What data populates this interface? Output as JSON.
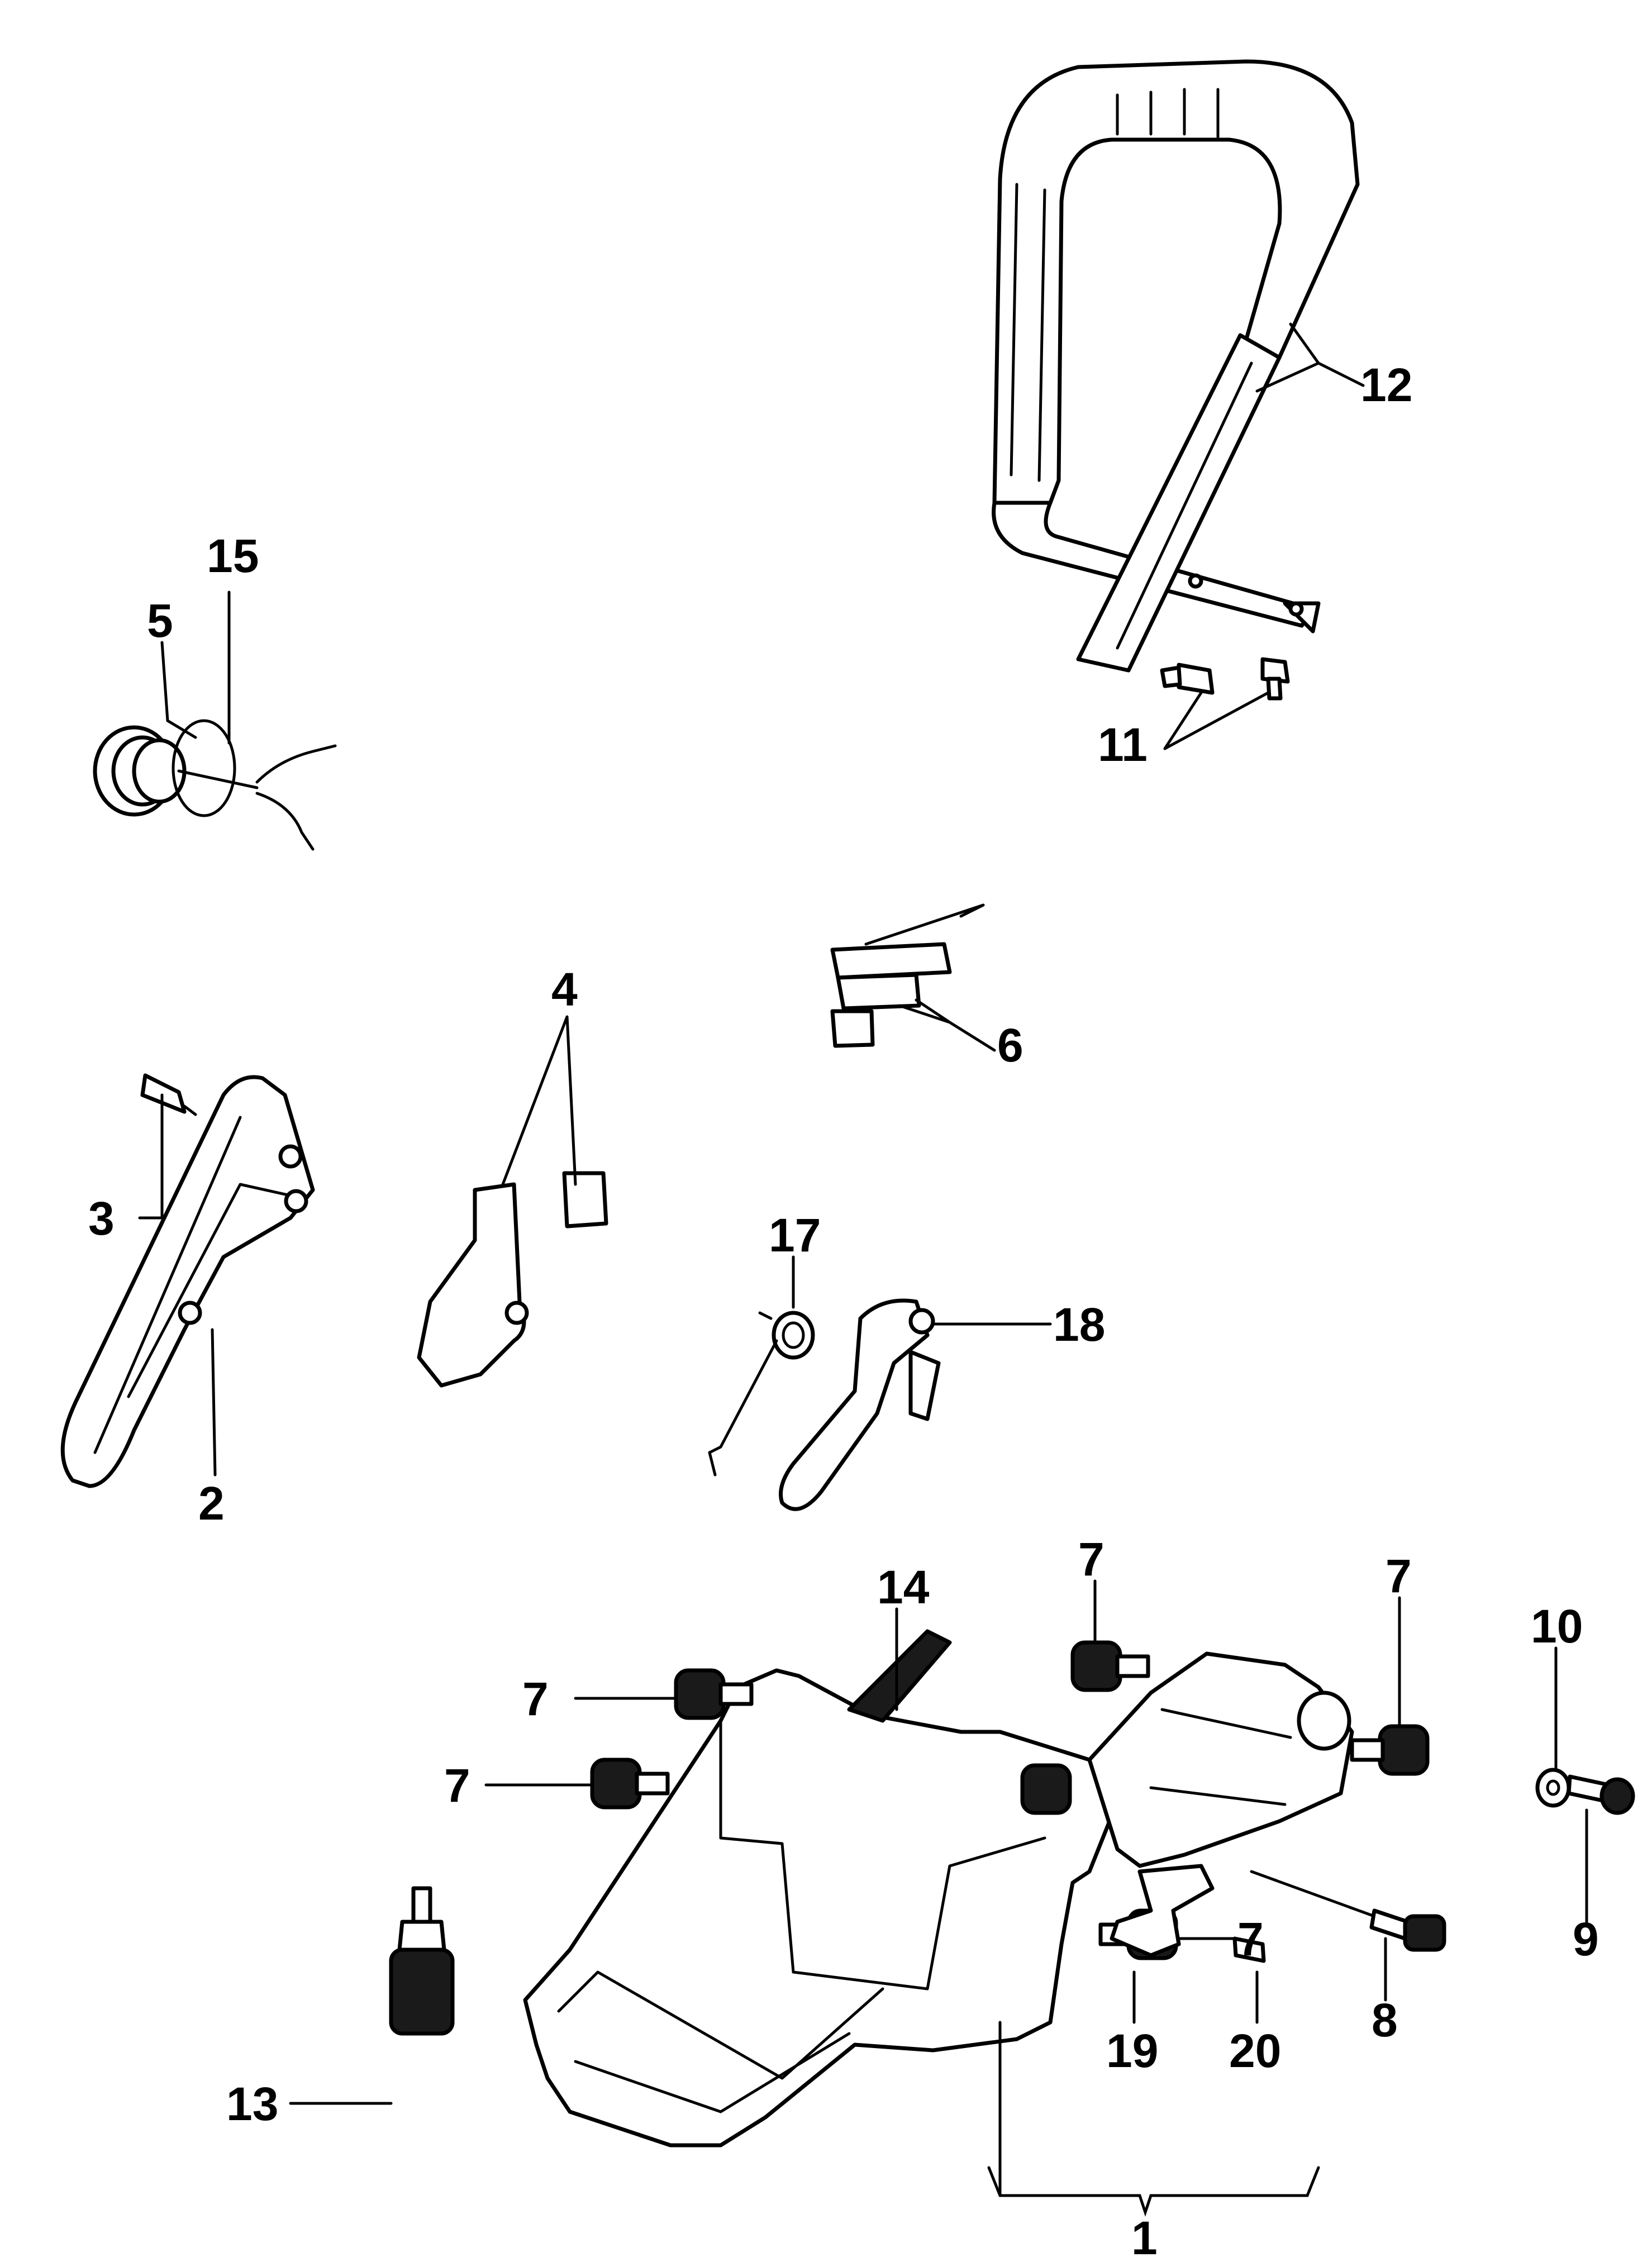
{
  "callouts": [
    {
      "id": "1",
      "label": "1"
    },
    {
      "id": "2",
      "label": "2"
    },
    {
      "id": "3",
      "label": "3"
    },
    {
      "id": "4",
      "label": "4"
    },
    {
      "id": "5",
      "label": "5"
    },
    {
      "id": "6",
      "label": "6"
    },
    {
      "id": "7a",
      "label": "7"
    },
    {
      "id": "7b",
      "label": "7"
    },
    {
      "id": "7c",
      "label": "7"
    },
    {
      "id": "7d",
      "label": "7"
    },
    {
      "id": "7e",
      "label": "7"
    },
    {
      "id": "8",
      "label": "8"
    },
    {
      "id": "9",
      "label": "9"
    },
    {
      "id": "10",
      "label": "10"
    },
    {
      "id": "11",
      "label": "11"
    },
    {
      "id": "12",
      "label": "12"
    },
    {
      "id": "13",
      "label": "13"
    },
    {
      "id": "14",
      "label": "14"
    },
    {
      "id": "15",
      "label": "15"
    },
    {
      "id": "17",
      "label": "17"
    },
    {
      "id": "18",
      "label": "18"
    },
    {
      "id": "19",
      "label": "19"
    },
    {
      "id": "20",
      "label": "20"
    }
  ]
}
